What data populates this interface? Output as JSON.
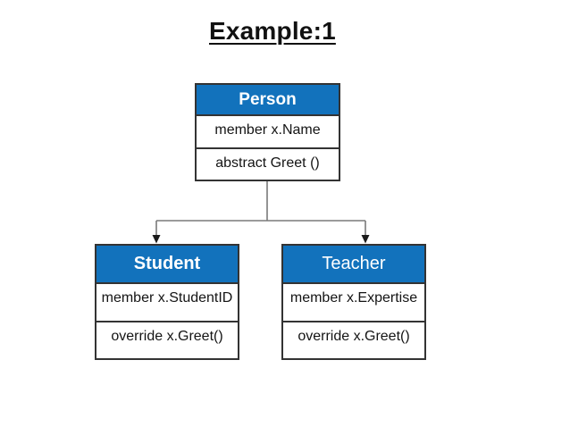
{
  "title": "Example:1",
  "colors": {
    "header_fill": "#1272bc",
    "header_text": "#ffffff",
    "body_text": "#141414",
    "box_border": "#333333",
    "connector_line": "#7a7a7a",
    "arrowhead": "#1a1a1a",
    "background": "#ffffff"
  },
  "diagram": {
    "type": "uml-class-inheritance",
    "classes": [
      {
        "name": "Person",
        "rows": [
          "member x.Name",
          "abstract Greet ()"
        ]
      },
      {
        "name": "Student",
        "rows": [
          "member x.StudentID",
          "override x.Greet()"
        ],
        "parent": "Person"
      },
      {
        "name": "Teacher",
        "rows": [
          "member x.Expertise",
          "override x.Greet()"
        ],
        "parent": "Person"
      }
    ]
  }
}
